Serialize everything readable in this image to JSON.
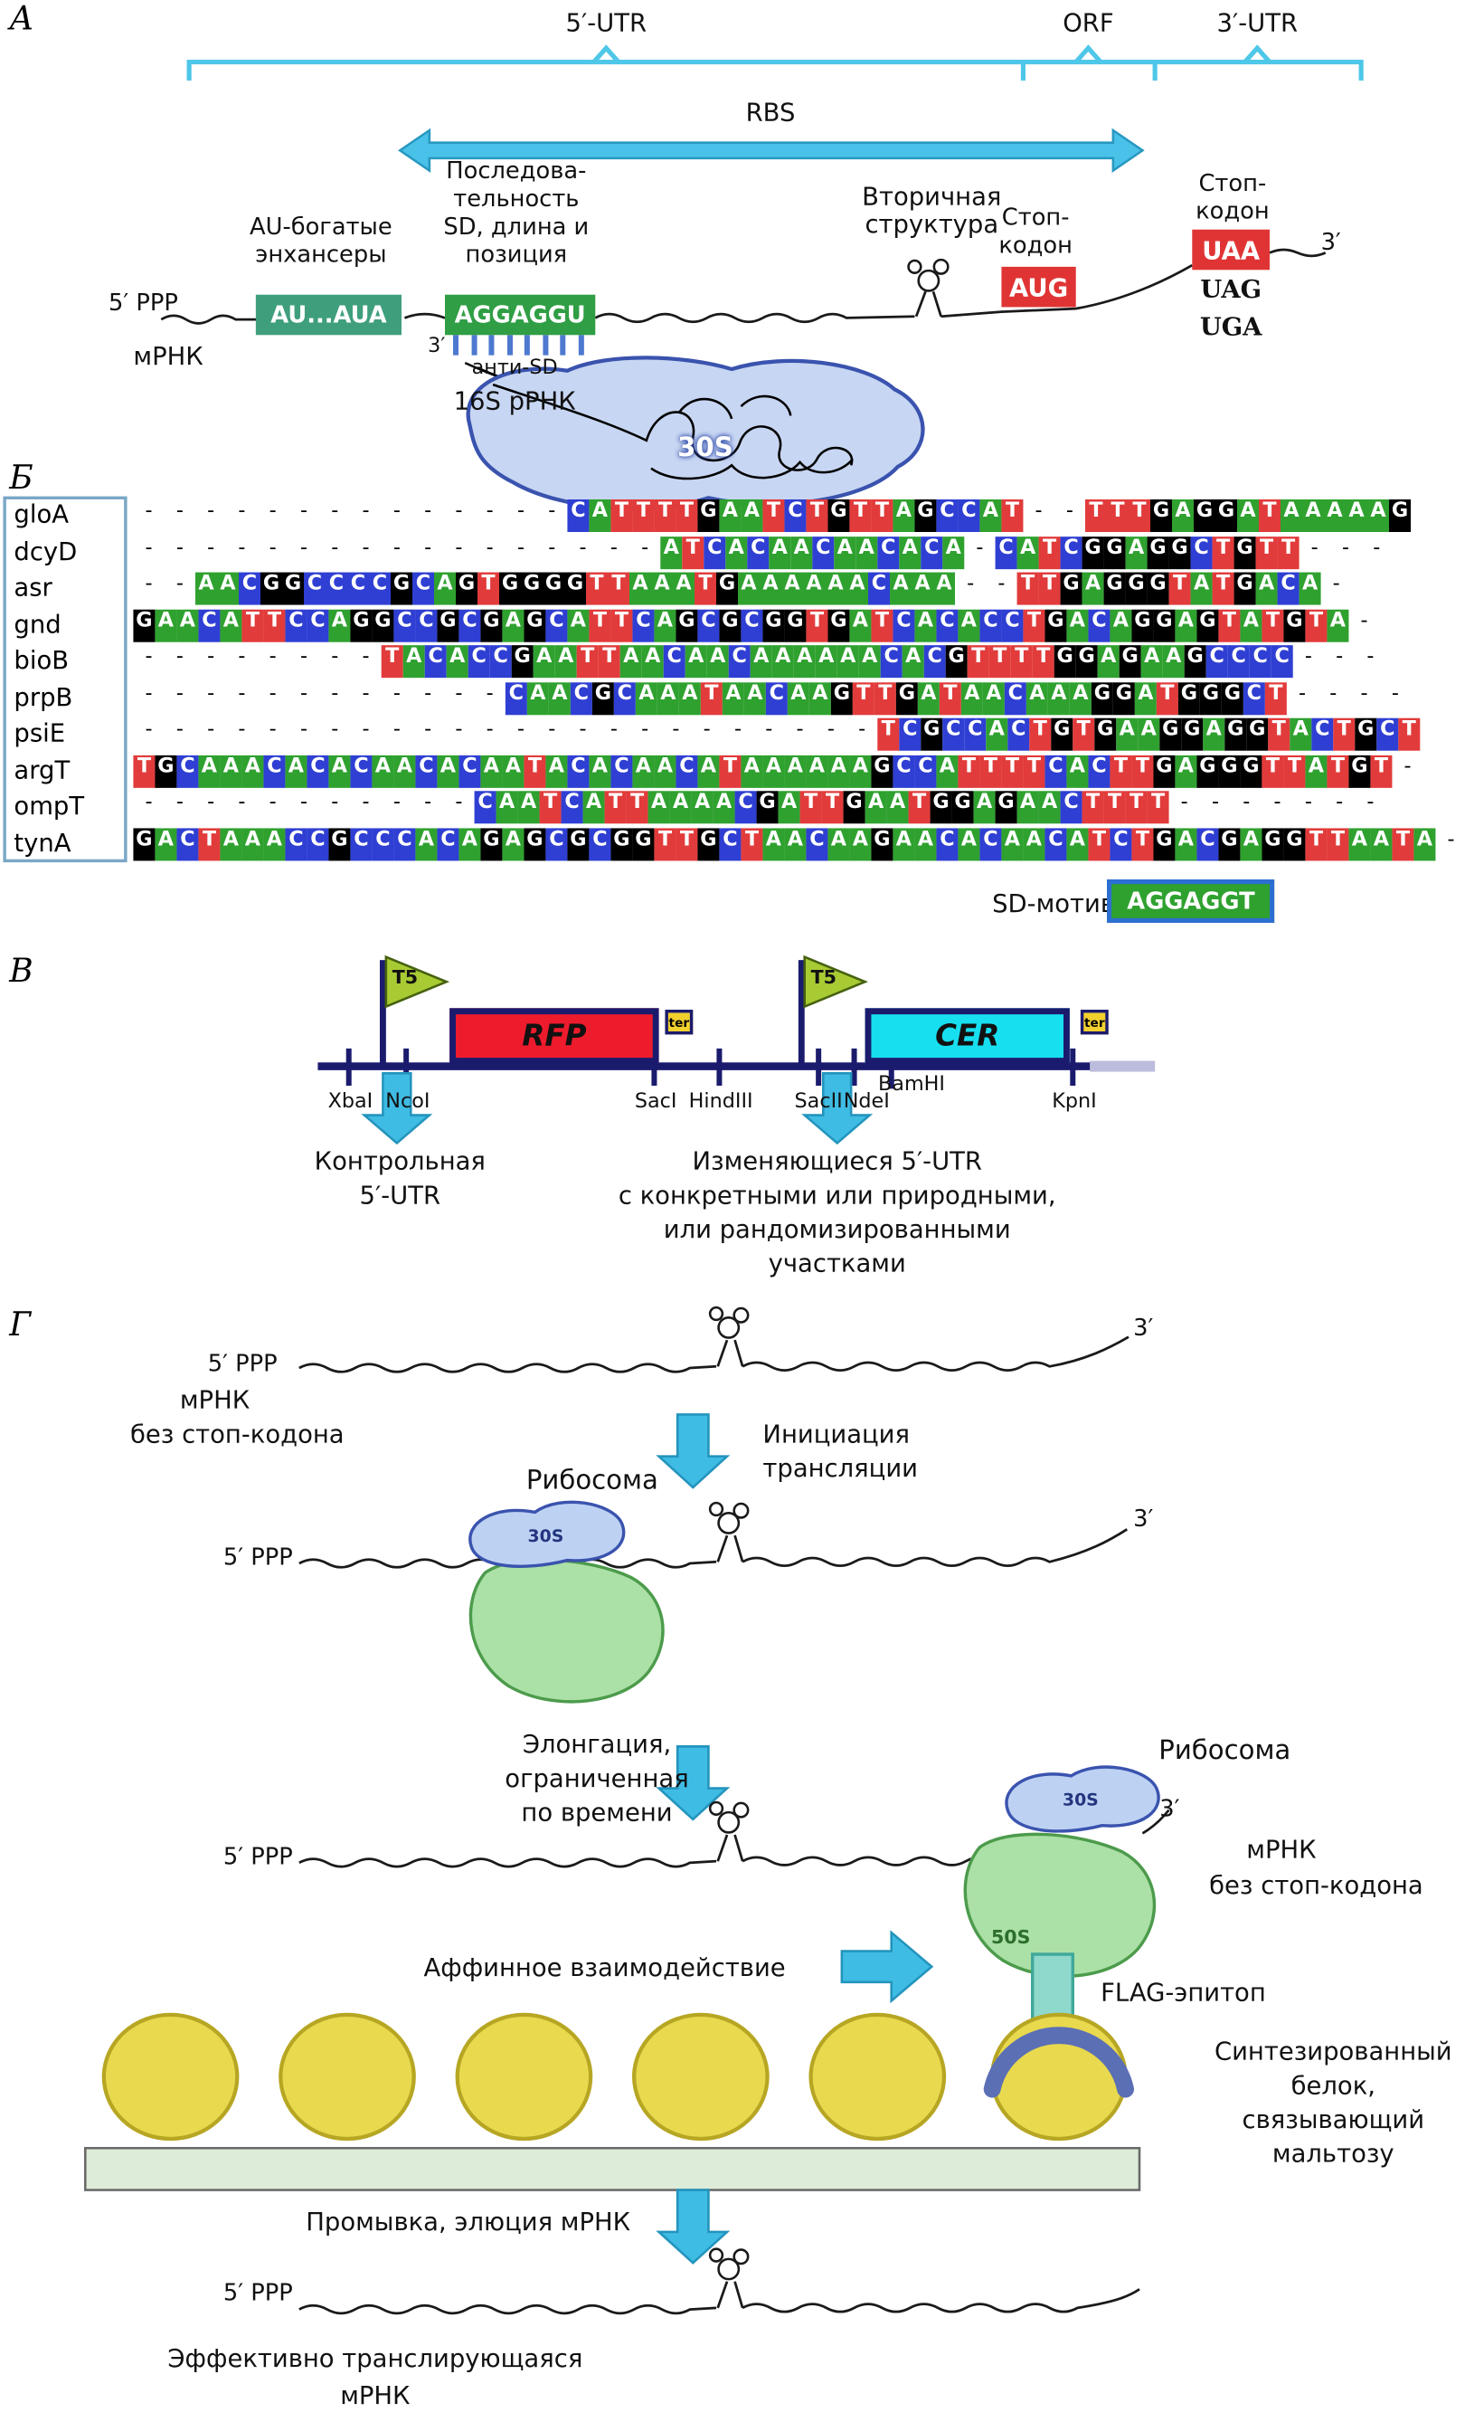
{
  "a": {
    "label": "А",
    "utr5": "5′-UTR",
    "orf": "ORF",
    "utr3": "3′-UTR",
    "rbs": "RBS",
    "five_ppp": "5′ PPP",
    "mrna": "мРНК",
    "au1": "AU-богатые",
    "au2": "энхансеры",
    "au_box": "AU...AUA",
    "sd1": "Последова-",
    "sd2": "тельность",
    "sd3": "SD, длина и",
    "sd4": "позиция",
    "sd_box": "AGGAGGU",
    "three": "3′",
    "anti_sd": "анти-SD",
    "rrna": "16S рРНК",
    "s30": "30S",
    "sec1": "Вторичная",
    "sec2": "структура",
    "stop1": "Стоп-",
    "stop2": "кодон",
    "aug": "AUG",
    "uaa": "UAA",
    "uag": "UAG",
    "uga": "UGA"
  },
  "b": {
    "label": "Б",
    "sd_motif": "SD-мотив",
    "sd_box": "AGGAGGT",
    "genes": [
      "gloA",
      "dcyD",
      "asr",
      "gnd",
      "bioB",
      "prpB",
      "psiE",
      "argT",
      "ompT",
      "tynA"
    ],
    "rows": [
      [
        {
          "d": 14
        },
        {
          "s": "CATTTTGAATCTGTTAGCCAT"
        },
        {
          "d": 2
        },
        {
          "s": "TTTGAGGATAAAAAG"
        }
      ],
      [
        {
          "d": 17
        },
        {
          "s": "ATCACAACAACACA"
        },
        {
          "d": 1
        },
        {
          "s": "CATCGGAGGCTGTT"
        },
        {
          "d": 3
        }
      ],
      [
        {
          "d": 2
        },
        {
          "s": "AACGGCCCCGCAGTGGGGTTAAATGAAAAAACAAA"
        },
        {
          "d": 2
        },
        {
          "s": "TTGAGGGTATGACA"
        },
        {
          "d": 1
        }
      ],
      [
        {
          "s": "GAACATTCCAGGCCGCGAGCATTCAGCGCGGTGATCACACCTGACAGGAGTATGTA"
        },
        {
          "d": 1
        }
      ],
      [
        {
          "d": 8
        },
        {
          "s": "TACACCGAATTAACAACAAAAAACACGTTTTGGAGAAGCCCC"
        },
        {
          "d": 3
        }
      ],
      [
        {
          "d": 12
        },
        {
          "s": "CAACGCAAATAACAAGTTGATAACAAAGGATGGGCT"
        },
        {
          "d": 4
        }
      ],
      [
        {
          "d": 24
        },
        {
          "s": "TCGCCACTGTGAAGGAGGTACTGCT"
        }
      ],
      [
        {
          "s": "TGCAAACACACAACACAATACACAACATAAAAAAGCCATTTTCACTTGAGGGTTATGT"
        },
        {
          "d": 1
        }
      ],
      [
        {
          "d": 11
        },
        {
          "s": "CAATCATTAAAACGATTGAATGGAGAACTTTT"
        },
        {
          "d": 7
        }
      ],
      [
        {
          "s": "GACTAAACCGCCCACAGAGCGCGGTTGCTAACAAGAACACAACATCTGACGAGGTTAATA"
        },
        {
          "d": 1
        }
      ]
    ],
    "colors": {
      "A": "#2fa12f",
      "C": "#2f3fd3",
      "G": "#000000",
      "T": "#e23b3b"
    }
  },
  "v": {
    "label": "В",
    "t5": "T5",
    "rfp": "RFP",
    "cer": "CER",
    "ter": "ter",
    "sites": [
      "XbaI",
      "NcoI",
      "SacI",
      "HindIII",
      "SacII",
      "NdeI",
      "BamHI",
      "KpnI"
    ],
    "ctrl1": "Контрольная",
    "ctrl2": "5′-UTR",
    "var1": "Изменяющиеся 5′-UTR",
    "var2": "с конкретными или природными,",
    "var3": "или рандомизированными",
    "var4": "участками"
  },
  "g": {
    "label": "Г",
    "five_ppp": "5′ PPP",
    "three": "3′",
    "mrna": "мРНК",
    "no_stop": "без стоп-кодона",
    "init1": "Инициация",
    "init2": "трансляции",
    "ribosome": "Рибосома",
    "s30": "30S",
    "s50": "50S",
    "elong1": "Элонгация,",
    "elong2": "ограниченная",
    "elong3": "по времени",
    "affinity": "Аффинное взаимодействие",
    "flag": "FLAG-эпитоп",
    "synth1": "Синтезированный",
    "synth2": "белок,",
    "synth3": "связывающий",
    "synth4": "мальтозу",
    "wash": "Промывка, элюция мРНК",
    "eff1": "Эффективно транслирующаяся",
    "eff2": "мРНК"
  }
}
